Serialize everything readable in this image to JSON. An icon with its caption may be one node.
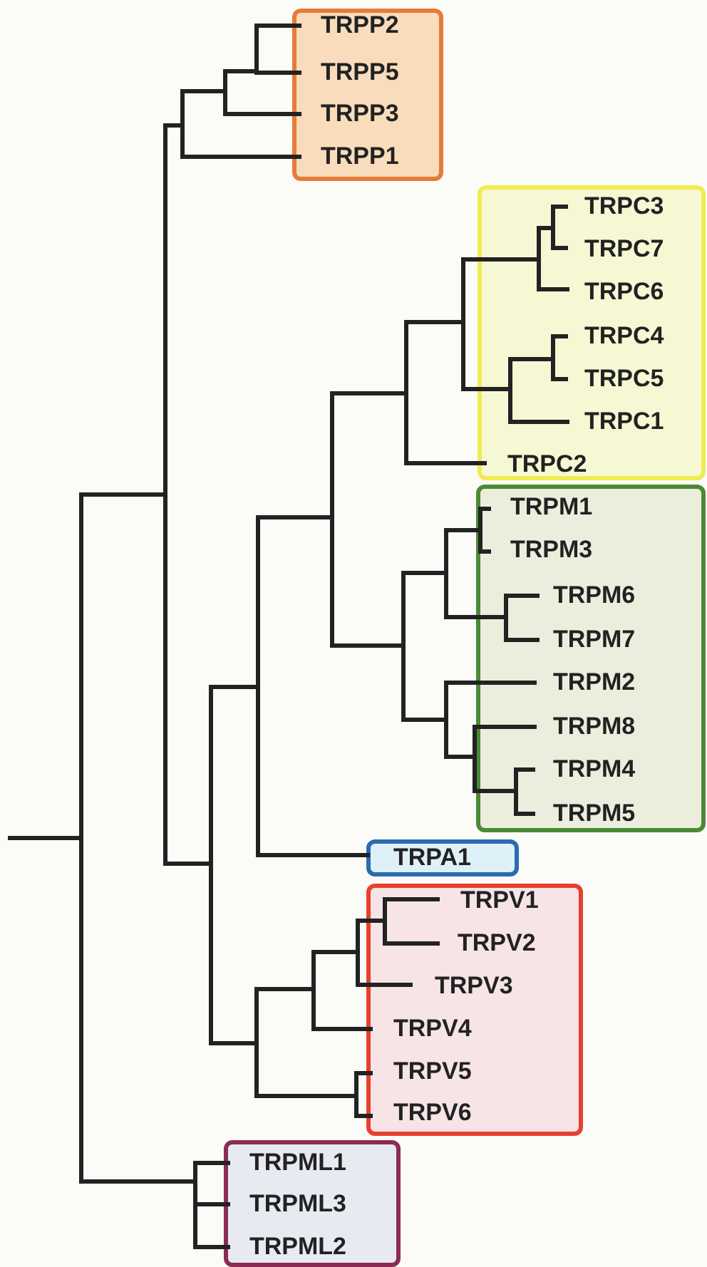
{
  "diagram": {
    "nodes": [
      {
        "text": [
          "TRPP2",
          "TRPP5",
          "TRPP3",
          "TRPP1"
        ]
      },
      {
        "text": [
          "TRPC3",
          "TRPC7",
          "TRPC6",
          "TRPC4",
          "TRPC5",
          "TRPC1",
          "TRPC2"
        ]
      },
      {
        "text": [
          "TRPM1",
          "TRPM3",
          "TRPM6",
          "TRPM7",
          "TRPM2",
          "TRPM8",
          "TRPM4",
          "TRPM5"
        ]
      },
      {
        "text": [
          "TRPA1"
        ]
      },
      {
        "text": [
          "TRPV1",
          "TRPV2",
          "TRPV3",
          "TRPV4",
          "TRPV5",
          "TRPV6"
        ]
      },
      {
        "text": [
          "TRPML1",
          "TRPML3",
          "TRPML2"
        ]
      }
    ]
  }
}
